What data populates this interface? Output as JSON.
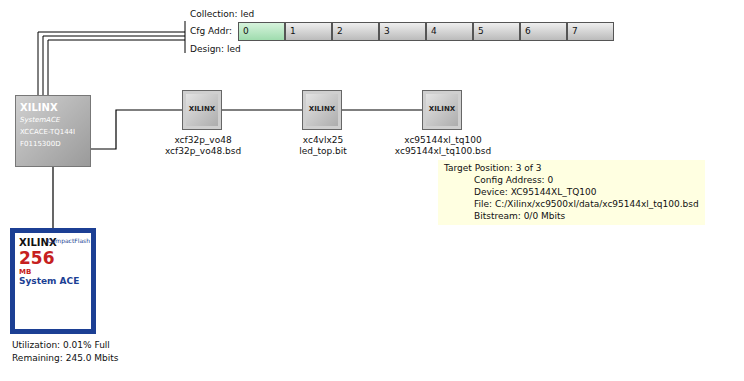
{
  "diagram": {
    "nodes": [
      {
        "text": [
          "0"
        ]
      },
      {
        "text": [
          "1"
        ]
      },
      {
        "text": [
          "2"
        ]
      },
      {
        "text": [
          "3"
        ]
      },
      {
        "text": [
          "4"
        ]
      },
      {
        "text": [
          "5"
        ]
      },
      {
        "text": [
          "6"
        ]
      },
      {
        "text": [
          "7"
        ]
      },
      {
        "text": [
          "XILINX",
          "SystemACE",
          "XCCACE-TQ144I",
          "F0115300D"
        ]
      },
      {
        "text": [
          "XILINX",
          "xcf32p_vo48",
          "xcf32p_vo48.bsd"
        ]
      },
      {
        "text": [
          "XILINX",
          "xc4vlx25",
          "led_top.bit"
        ]
      },
      {
        "text": [
          "XILINX",
          "xc95144xl_tq100",
          "xc95144xl_tq100.bsd"
        ]
      },
      {
        "text": [
          "Target Position: 3 of 3",
          "Config Address: 0",
          "Device: XC95144XL_TQ100",
          "File: C:/Xilinx/xc9500xl/data/xc95144xl_tq100.bsd",
          "Bitstream: 0/0 Mbits"
        ]
      },
      {
        "text": [
          "XILINX",
          "256",
          "MB",
          "System ACE",
          "CompactFlash"
        ]
      }
    ],
    "edges": [
      {
        "from": 8,
        "to": 9,
        "arrow": "none"
      },
      {
        "from": 9,
        "to": 10,
        "arrow": "none"
      },
      {
        "from": 10,
        "to": 11,
        "arrow": "none"
      },
      {
        "from": 8,
        "to": 13,
        "arrow": "none"
      }
    ],
    "labels": [
      "Collection: led",
      "Cfg Addr:",
      "Design: led",
      "Utilization: 0.01% Full",
      "Remaining: 245.0 Mbits"
    ]
  }
}
